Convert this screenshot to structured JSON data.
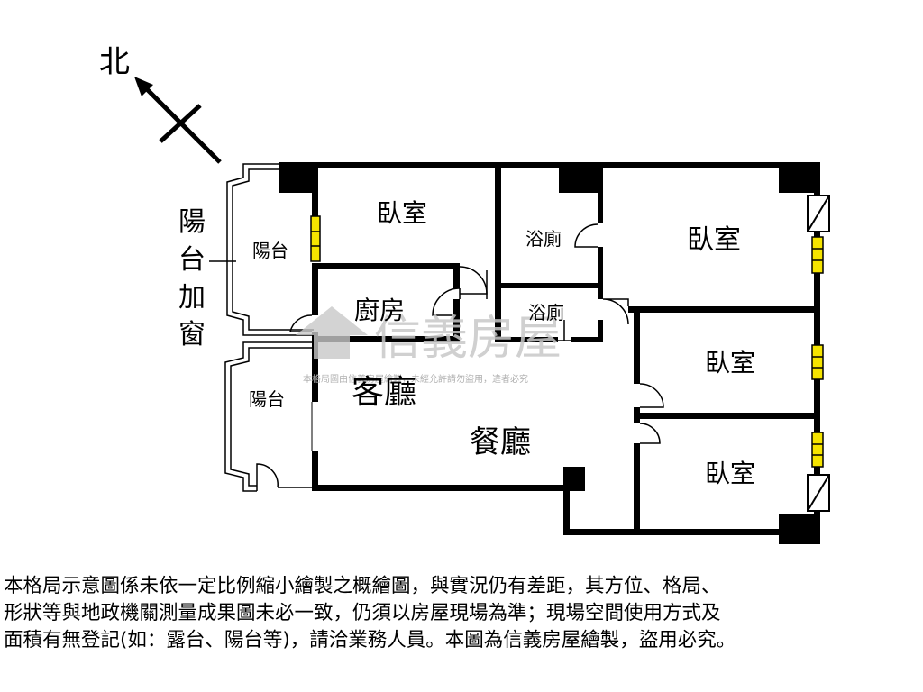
{
  "compass": {
    "north_label": "北"
  },
  "rooms": {
    "bedroom_top": "臥室",
    "bathroom_1": "浴廁",
    "bedroom_right_top": "臥室",
    "kitchen": "廚房",
    "bathroom_2": "浴廁",
    "bedroom_mid": "臥室",
    "living_room": "客廳",
    "dining_room": "餐廳",
    "bedroom_bottom": "臥室",
    "balcony_upper": "陽台",
    "balcony_lower": "陽台"
  },
  "side_label": [
    "陽",
    "台",
    "加",
    "窗"
  ],
  "watermark": {
    "brand": "信義房屋",
    "notice": "本格局圖由信義房屋繪製，未經允許請勿盜用，違者必究"
  },
  "disclaimer": [
    "本格局示意圖係未依一定比例縮小繪製之概繪圖，與實況仍有差距，其方位、格局、",
    "形狀等與地政機關測量成果圖未必一致，仍須以房屋現場為準；現場空間使用方式及",
    "面積有無登記(如：露台、陽台等)，請洽業務人員。本圖為信義房屋繪製，盜用必究。"
  ],
  "colors": {
    "wall": "#000000",
    "window": "#f5e400",
    "watermark": "#c8c8c8"
  }
}
